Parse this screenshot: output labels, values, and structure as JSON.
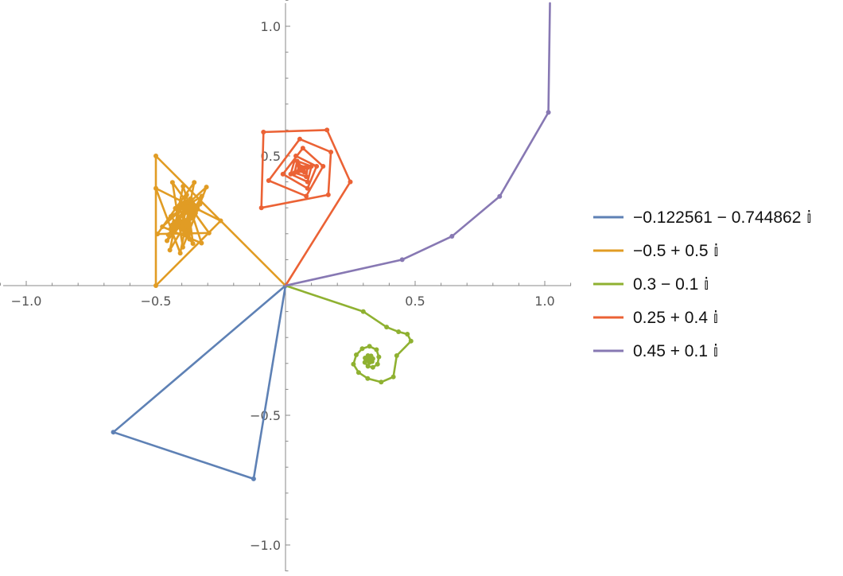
{
  "chart_data": {
    "type": "line",
    "title": "",
    "xlabel": "",
    "ylabel": "",
    "xlim": [
      -1.1,
      1.1
    ],
    "ylim": [
      -1.1,
      1.1
    ],
    "grid": false,
    "legend_position": "right",
    "x_ticks": [
      {
        "value": -1.0,
        "label": "−1.0"
      },
      {
        "value": -0.5,
        "label": "−0.5"
      },
      {
        "value": 0.5,
        "label": "0.5"
      },
      {
        "value": 1.0,
        "label": "1.0"
      }
    ],
    "y_ticks": [
      {
        "value": 1.0,
        "label": "1.0"
      },
      {
        "value": 0.5,
        "label": "0.5"
      },
      {
        "value": -0.5,
        "label": "−0.5"
      },
      {
        "value": -1.0,
        "label": "−1.0"
      }
    ],
    "series": [
      {
        "name": "−0.122561 − 0.744862 𝕚",
        "color": "#5E81B5",
        "points": [
          [
            0,
            0
          ],
          [
            -0.123,
            -0.745
          ],
          [
            -0.664,
            -0.565
          ],
          [
            0,
            0
          ]
        ]
      },
      {
        "name": "−0.5 + 0.5 𝕚",
        "color": "#E19C24",
        "points": [
          [
            0,
            0
          ],
          [
            -0.5,
            0.5
          ],
          [
            -0.5,
            0.0
          ],
          [
            -0.25,
            0.25
          ],
          [
            -0.5,
            0.375
          ],
          [
            -0.406,
            0.125
          ],
          [
            -0.352,
            0.398
          ],
          [
            -0.494,
            0.199
          ],
          [
            -0.295,
            0.203
          ],
          [
            -0.436,
            0.398
          ],
          [
            -0.396,
            0.148
          ],
          [
            -0.305,
            0.38
          ],
          [
            -0.475,
            0.227
          ],
          [
            -0.324,
            0.164
          ],
          [
            -0.395,
            0.383
          ],
          [
            -0.446,
            0.137
          ],
          [
            -0.323,
            0.345
          ],
          [
            -0.442,
            0.267
          ],
          [
            -0.357,
            0.162
          ],
          [
            -0.381,
            0.35
          ],
          [
            -0.457,
            0.173
          ],
          [
            -0.33,
            0.314
          ],
          [
            -0.425,
            0.298
          ],
          [
            -0.37,
            0.179
          ],
          [
            -0.366,
            0.335
          ],
          [
            -0.452,
            0.196
          ],
          [
            -0.339,
            0.295
          ],
          [
            -0.41,
            0.308
          ],
          [
            -0.378,
            0.196
          ],
          [
            -0.359,
            0.322
          ],
          [
            -0.443,
            0.218
          ],
          [
            -0.347,
            0.28
          ],
          [
            -0.397,
            0.315
          ],
          [
            -0.385,
            0.21
          ],
          [
            -0.353,
            0.311
          ],
          [
            -0.436,
            0.235
          ],
          [
            -0.356,
            0.268
          ],
          [
            -0.387,
            0.318
          ],
          [
            -0.392,
            0.22
          ],
          [
            -0.349,
            0.3
          ],
          [
            -0.429,
            0.246
          ],
          [
            -0.365,
            0.259
          ],
          [
            -0.38,
            0.32
          ],
          [
            -0.398,
            0.227
          ],
          [
            -0.347,
            0.29
          ]
        ]
      },
      {
        "name": "0.3 − 0.1 𝕚",
        "color": "#8FB131",
        "points": [
          [
            0,
            0
          ],
          [
            0.3,
            -0.1
          ],
          [
            0.39,
            -0.16
          ],
          [
            0.436,
            -0.178
          ],
          [
            0.47,
            -0.187
          ],
          [
            0.484,
            -0.214
          ],
          [
            0.429,
            -0.27
          ],
          [
            0.416,
            -0.352
          ],
          [
            0.369,
            -0.372
          ],
          [
            0.317,
            -0.358
          ],
          [
            0.282,
            -0.335
          ],
          [
            0.262,
            -0.303
          ],
          [
            0.273,
            -0.267
          ],
          [
            0.296,
            -0.243
          ],
          [
            0.324,
            -0.234
          ],
          [
            0.351,
            -0.247
          ],
          [
            0.36,
            -0.275
          ],
          [
            0.355,
            -0.303
          ],
          [
            0.337,
            -0.315
          ],
          [
            0.318,
            -0.311
          ],
          [
            0.306,
            -0.296
          ],
          [
            0.307,
            -0.279
          ],
          [
            0.318,
            -0.27
          ],
          [
            0.33,
            -0.271
          ],
          [
            0.337,
            -0.282
          ],
          [
            0.334,
            -0.293
          ],
          [
            0.324,
            -0.296
          ],
          [
            0.318,
            -0.288
          ],
          [
            0.322,
            -0.282
          ],
          [
            0.328,
            -0.286
          ]
        ]
      },
      {
        "name": "0.25 + 0.4 𝕚",
        "color": "#EB6235",
        "points": [
          [
            0,
            0
          ],
          [
            0.25,
            0.4
          ],
          [
            0.16,
            0.6
          ],
          [
            -0.085,
            0.592
          ],
          [
            -0.093,
            0.3
          ],
          [
            0.165,
            0.35
          ],
          [
            0.175,
            0.515
          ],
          [
            0.055,
            0.565
          ],
          [
            -0.065,
            0.405
          ],
          [
            0.08,
            0.345
          ],
          [
            0.145,
            0.46
          ],
          [
            0.067,
            0.53
          ],
          [
            -0.01,
            0.43
          ],
          [
            0.085,
            0.375
          ],
          [
            0.12,
            0.46
          ],
          [
            0.04,
            0.5
          ],
          [
            0.02,
            0.43
          ],
          [
            0.085,
            0.4
          ],
          [
            0.1,
            0.46
          ],
          [
            0.045,
            0.48
          ],
          [
            0.035,
            0.435
          ],
          [
            0.08,
            0.42
          ],
          [
            0.085,
            0.455
          ],
          [
            0.05,
            0.465
          ],
          [
            0.048,
            0.44
          ],
          [
            0.073,
            0.437
          ],
          [
            0.075,
            0.455
          ],
          [
            0.058,
            0.458
          ],
          [
            0.058,
            0.445
          ],
          [
            0.068,
            0.447
          ]
        ]
      },
      {
        "name": "0.45 + 0.1 𝕚",
        "color": "#8778B3",
        "points": [
          [
            0,
            0
          ],
          [
            0.45,
            0.1
          ],
          [
            0.642,
            0.19
          ],
          [
            0.826,
            0.344
          ],
          [
            1.014,
            0.668
          ],
          [
            1.02,
            1.1
          ]
        ]
      }
    ]
  }
}
